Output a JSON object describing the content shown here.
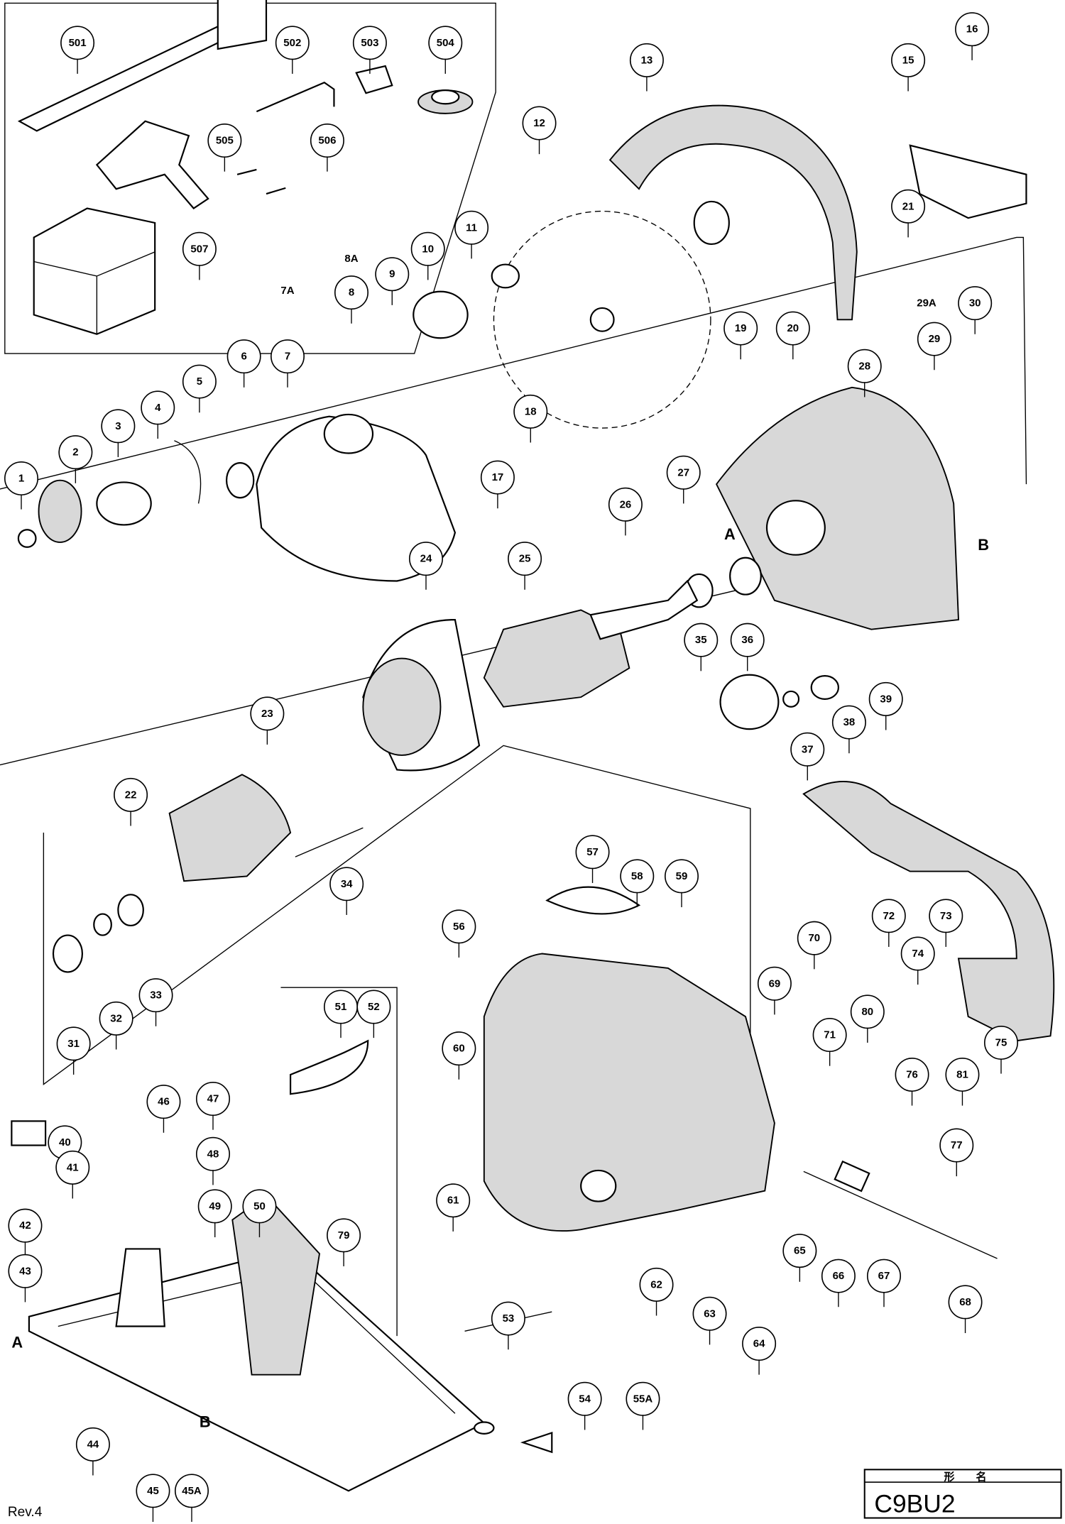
{
  "title_block": {
    "header": "形　　名",
    "model": "C9BU2"
  },
  "revision": "Rev.4",
  "reference_marks": [
    "A",
    "B",
    "A",
    "B"
  ],
  "callouts": [
    "501",
    "502",
    "503",
    "504",
    "505",
    "506",
    "507",
    "16",
    "13",
    "15",
    "12",
    "21",
    "8A",
    "10",
    "11",
    "7A",
    "9",
    "8",
    "30",
    "29A",
    "29",
    "28",
    "19",
    "20",
    "6",
    "7",
    "5",
    "4",
    "3",
    "2",
    "1",
    "18",
    "17",
    "27",
    "26",
    "25",
    "24",
    "36",
    "35",
    "39",
    "38",
    "37",
    "23",
    "22",
    "34",
    "59",
    "58",
    "57",
    "56",
    "70",
    "69",
    "72",
    "73",
    "74",
    "75",
    "80",
    "71",
    "81",
    "76",
    "77",
    "60",
    "31",
    "32",
    "33",
    "51",
    "52",
    "46",
    "47",
    "40",
    "41",
    "48",
    "49",
    "50",
    "42",
    "43",
    "79",
    "61",
    "65",
    "66",
    "67",
    "68",
    "62",
    "63",
    "64",
    "53",
    "44",
    "54",
    "55A",
    "45",
    "45A"
  ]
}
